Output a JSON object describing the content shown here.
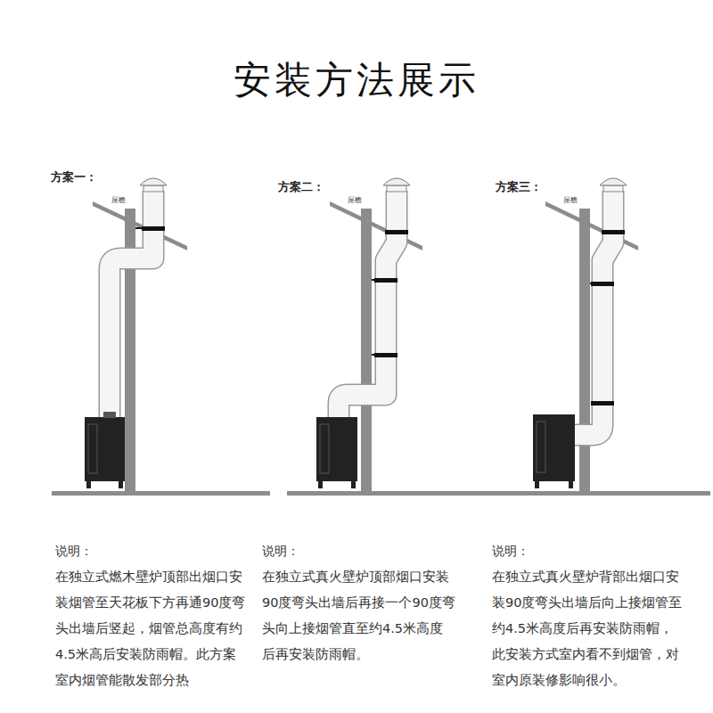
{
  "diagram": {
    "title": "安装方法展示",
    "labels": [
      "方案一：",
      "屋檐",
      "方案二：",
      "屋檐",
      "方案三：",
      "屋檐",
      "说明：",
      "在独立式燃木壁炉顶部出烟口安装烟管至天花板下方再通90度弯头出墙后竖起，烟管总高度有约4.5米高后安装防雨帽。此方案室内烟管能散发部分热",
      "说明：",
      "在独立式真火壁炉顶部烟口安装90度弯头出墙后再接一个90度弯头向上接烟管直至约4.5米高度后再安装防雨帽。",
      "说明：",
      "在独立式真火壁炉背部出烟口安装90度弯头出墙后向上接烟管至约4.5米高度后再安装防雨帽，此安装方式室内看不到烟管，对室内原装修影响很小。"
    ]
  }
}
